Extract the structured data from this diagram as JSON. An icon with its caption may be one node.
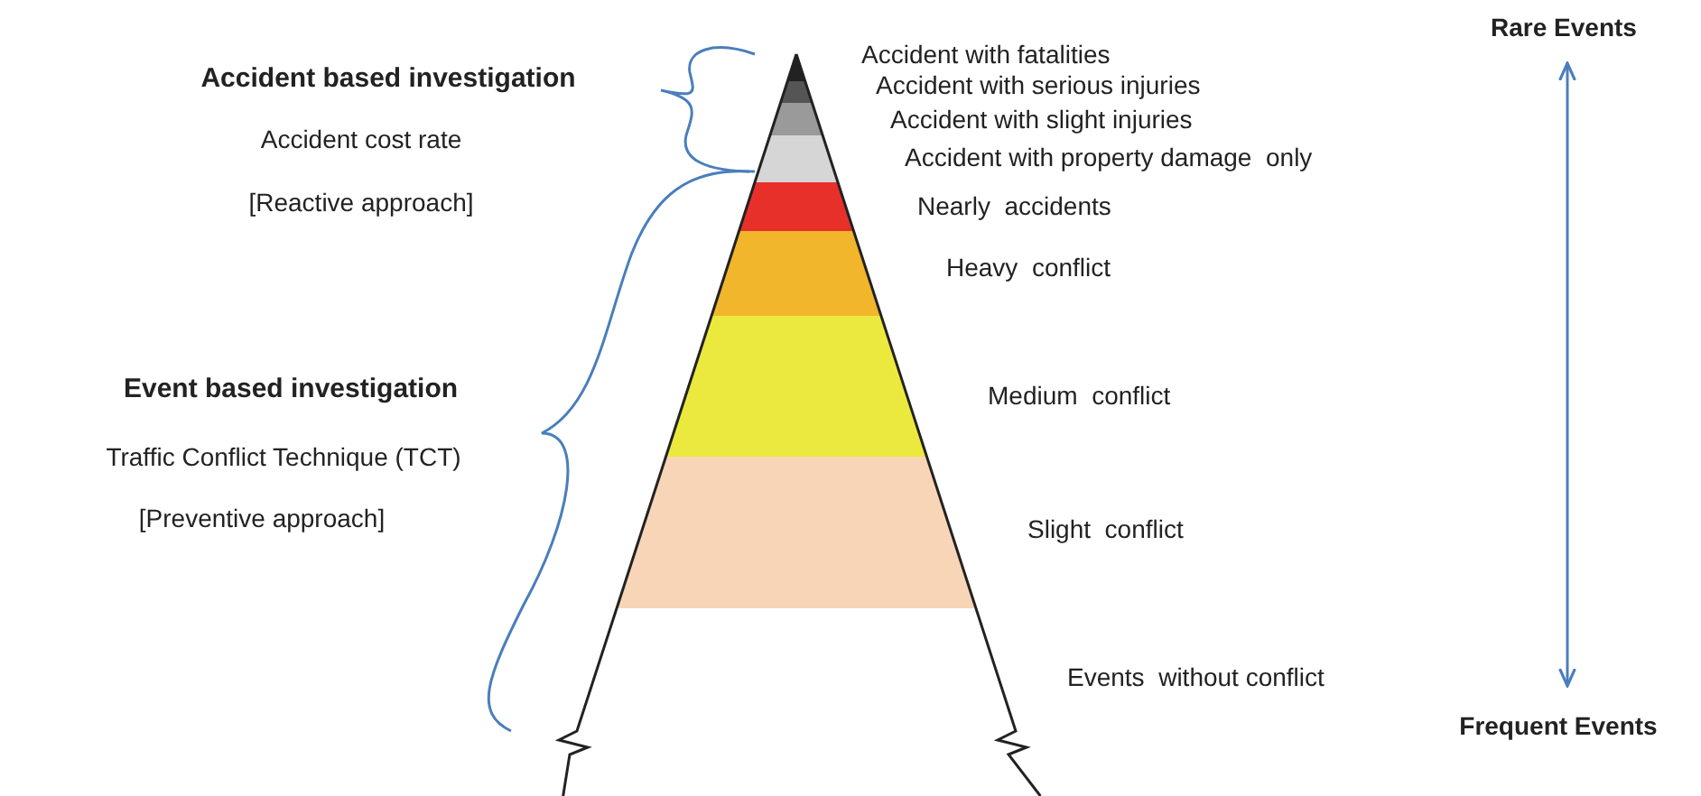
{
  "diagram": {
    "nodes": [
      {
        "text": [
          "Rare Events"
        ]
      },
      {
        "text": [
          "Frequent Events"
        ]
      }
    ],
    "edges": [
      {
        "from": 0,
        "to": 1,
        "arrow": "both"
      }
    ],
    "labels": [
      "Accident based investigation",
      "Accident cost rate",
      "[Reactive approach]",
      "Accident with fatalities",
      "Accident with serious injuries",
      "Accident with slight injuries",
      "Accident with property damage  only",
      "Nearly  accidents",
      "Heavy  conflict",
      "Event based investigation",
      "Medium  conflict",
      "Traffic Conflict Technique (TCT)",
      "[Preventive approach]",
      "Slight  conflict",
      "Events  without conflict"
    ]
  }
}
